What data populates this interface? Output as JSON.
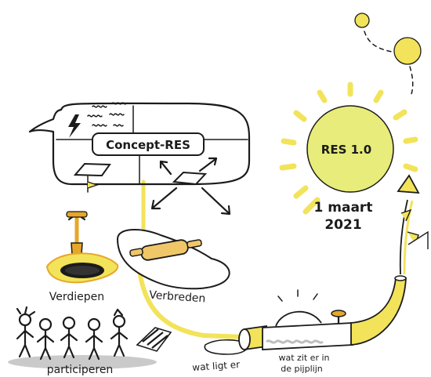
{
  "labels": {
    "concept": "Concept-RES",
    "res": "RES 1.0",
    "date_line1": "1 maart",
    "date_line2": "2021",
    "verdiepen": "Verdiepen",
    "verbreden": "Verbreden",
    "participeren": "participeren",
    "wat_ligt_er": "wat ligt er",
    "pijplijn_line1": "wat zit er in",
    "pijplijn_line2": "de pijplijn"
  },
  "colors": {
    "accent_yellow": "#f2e35a",
    "sun_fill": "#e8ec7a",
    "ink": "#1b1b1b",
    "soil": "#e6a72a",
    "shadow_grey": "#bdbdbd",
    "wood": "#f0c768"
  },
  "icons": {
    "lightning": "lightning-icon",
    "heat_waves": "heat-waves-icon",
    "map_flag": "map-flag-icon",
    "expand_arrows": "expand-arrows-icon",
    "shovel": "shovel-icon",
    "rolling_pin": "rolling-pin-icon",
    "people": "people-icon",
    "pipeline": "pipeline-icon",
    "climbing_arrow": "climbing-arrow-icon",
    "sun": "sun-icon"
  }
}
